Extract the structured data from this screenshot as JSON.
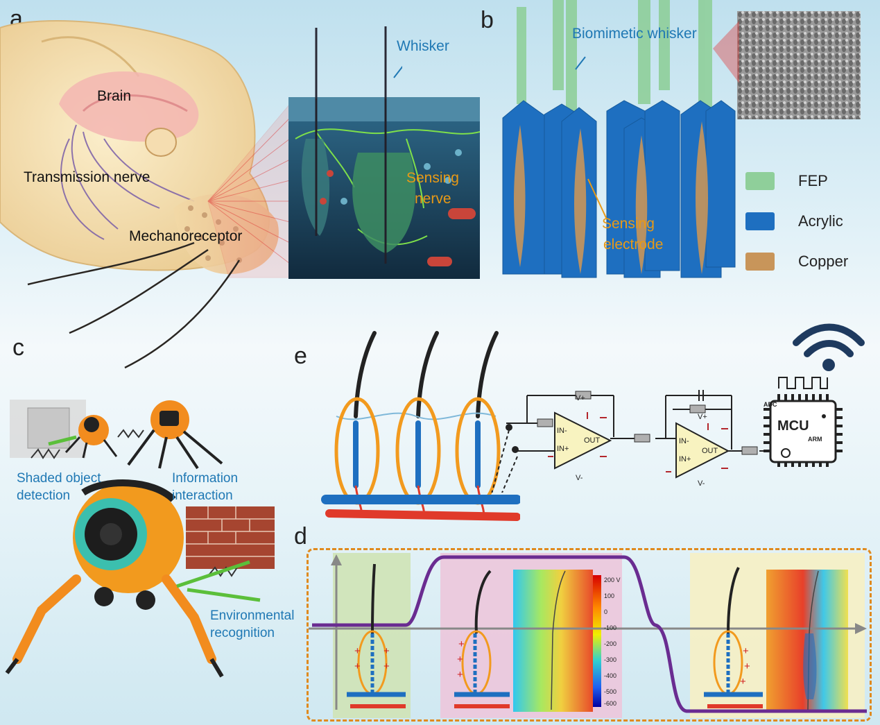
{
  "panels": {
    "a": "a",
    "b": "b",
    "c": "c",
    "d": "d",
    "e": "e"
  },
  "panel_a": {
    "brain": "Brain",
    "transmission_nerve": "Transmission nerve",
    "mechanoreceptor": "Mechanoreceptor",
    "whisker": "Whisker",
    "sensing_nerve_1": "Sensing",
    "sensing_nerve_2": "nerve"
  },
  "panel_b": {
    "biomimetic_whisker": "Biomimetic whisker",
    "sensing_electrode_1": "Sensing",
    "sensing_electrode_2": "electrode",
    "legend": [
      {
        "label": "FEP",
        "color": "#8fcf9a"
      },
      {
        "label": "Acrylic",
        "color": "#1e6fc0"
      },
      {
        "label": "Copper",
        "color": "#c8955a"
      }
    ]
  },
  "panel_c": {
    "shaded_1": "Shaded object",
    "shaded_2": "detection",
    "info_1": "Information",
    "info_2": "interaction",
    "env_1": "Environmental",
    "env_2": "recognition"
  },
  "panel_e": {
    "vplus": "V+",
    "vminus": "V-",
    "in_minus": "IN-",
    "in_plus": "IN+",
    "out": "OUT",
    "mcu": "MCU",
    "adc": "ADC",
    "arm": "ARM"
  },
  "panel_d": {
    "colorbar_ticks": [
      "200 V",
      "100",
      "0",
      "-100",
      "-200",
      "-300",
      "-400",
      "-500",
      "-600"
    ]
  },
  "colors": {
    "accent_blue": "#1f78b4",
    "accent_orange": "#e89a16",
    "signal_purple": "#6a2c91",
    "dash_border": "#e08a1e"
  }
}
